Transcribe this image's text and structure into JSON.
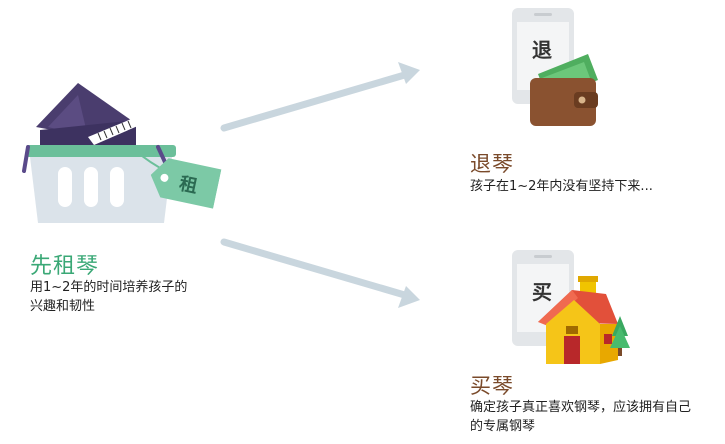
{
  "rent": {
    "tag_char": "租",
    "title": "先租琴",
    "desc_line1": "用1~2年的时间培养孩子的",
    "desc_line2": "兴趣和韧性"
  },
  "return": {
    "phone_char": "退",
    "title": "退琴",
    "desc": "孩子在1~2年内没有坚持下来..."
  },
  "buy": {
    "phone_char": "买",
    "title": "买琴",
    "desc_line1": "确定孩子真正喜欢钢琴，应该拥有自己",
    "desc_line2": "的专属钢琴"
  },
  "icons": {
    "basket": "basket-with-piano-icon",
    "tag": "rent-tag-icon",
    "wallet": "wallet-icon",
    "house": "house-icon",
    "phone": "phone-icon",
    "arrow": "arrow-icon"
  },
  "colors": {
    "green": "#3aa876",
    "brown": "#7a4a2a",
    "arrow": "#c9d6de"
  }
}
